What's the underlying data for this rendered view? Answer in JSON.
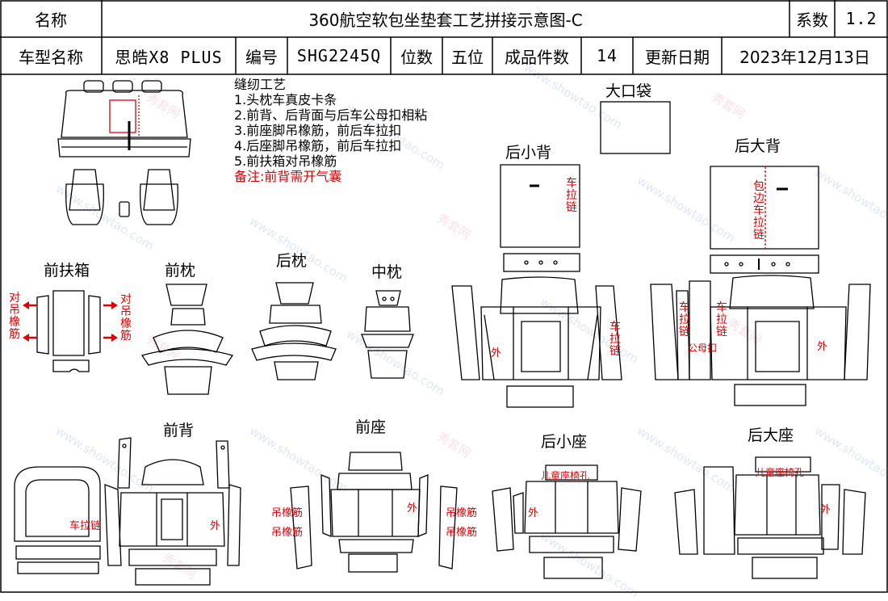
{
  "header": {
    "name_label": "名称",
    "title": "360航空软包坐垫套工艺拼接示意图-C",
    "coef_label": "系数",
    "coef_value": "1.2",
    "model_label": "车型名称",
    "model_value": "思皓X8 PLUS",
    "code_label": "编号",
    "code_value": "SHG2245Q",
    "seat_label": "位数",
    "seat_value": "五位",
    "pieces_label": "成品件数",
    "pieces_value": "14",
    "date_label": "更新日期",
    "date_value": "2023年12月13日"
  },
  "notes": {
    "title": "缝纫工艺",
    "items": [
      "1.头枕车真皮卡条",
      "2.前背、后背面与后车公母扣相粘",
      "3.前座脚吊橡筋，前后车拉扣",
      "4.后座脚吊橡筋，前后车拉扣",
      "5.前扶箱对吊橡筋"
    ],
    "remark": "备注:前背需开气囊"
  },
  "parts": {
    "big_pocket": "大口袋",
    "rear_small_back": "后小背",
    "rear_big_back": "后大背",
    "front_armrest": "前扶箱",
    "front_headrest": "前枕",
    "rear_headrest": "后枕",
    "middle_headrest": "中枕",
    "front_back": "前背",
    "front_seat": "前座",
    "rear_small_seat": "后小座",
    "rear_big_seat": "后大座"
  },
  "annotations": {
    "zip_vertical": "车拉链",
    "edge_zip_vertical": "包边车拉链",
    "outside": "外",
    "zip_horizontal": "车拉链",
    "snap_button": "公母扣",
    "hang_elastic_vertical": "对吊橡筋",
    "hang_elastic": "吊橡筋",
    "child_seat_hole": "儿童座椅孔"
  },
  "watermark": {
    "url": "www.showtao.com",
    "brand": "秀套网"
  },
  "colors": {
    "annotation": "#e00000",
    "line": "#000000"
  }
}
